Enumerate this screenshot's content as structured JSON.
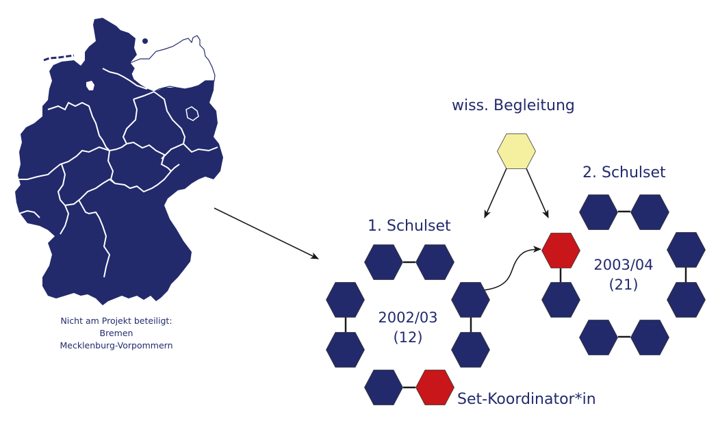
{
  "map": {
    "note_line1": "Nicht am Projekt beteiligt:",
    "note_line2": "Bremen",
    "note_line3": "Mecklenburg-Vorpommern",
    "fill_color": "#222a6c",
    "border_color": "#ffffff"
  },
  "advisor": {
    "label": "wiss. Begleitung",
    "color": "#f4f0a0"
  },
  "set1": {
    "title": "1. Schulset",
    "year": "2002/03",
    "count": "(12)"
  },
  "set2": {
    "title": "2. Schulset",
    "year": "2003/04",
    "count": "(21)"
  },
  "legend": {
    "coordinator_label": "Set-Koordinator*in",
    "coordinator_color": "#c8161a",
    "school_color": "#222a6c"
  }
}
